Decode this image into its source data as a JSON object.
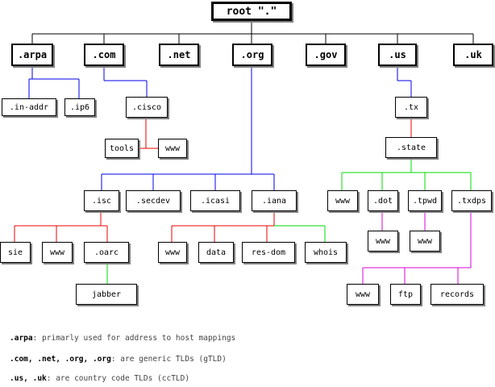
{
  "diagram": {
    "root": ".",
    "root_label": "root \".\"",
    "tlds": [
      ".arpa",
      ".com",
      ".net",
      ".org",
      ".gov",
      ".us",
      ".uk"
    ],
    "nodes": {
      "root": "root \".\"",
      "arpa": ".arpa",
      "com": ".com",
      "net": ".net",
      "org": ".org",
      "gov": ".gov",
      "us": ".us",
      "uk": ".uk",
      "in_addr": ".in-addr",
      "ip6": ".ip6",
      "cisco": ".cisco",
      "tools": "tools",
      "cisco_www": "www",
      "tx": ".tx",
      "state": ".state",
      "isc": ".isc",
      "secdev": ".secdev",
      "icasi": ".icasi",
      "iana": ".iana",
      "sie": "sie",
      "isc_www": "www",
      "oarc": ".oarc",
      "jabber": "jabber",
      "iana_www": "www",
      "data": "data",
      "res_dom": "res-dom",
      "whois": "whois",
      "state_www": "www",
      "dot": ".dot",
      "tpwd": ".tpwd",
      "txdps": ".txdps",
      "dot_www": "www",
      "tpwd_www": "www",
      "txdps_www": "www",
      "ftp": "ftp",
      "records": "records"
    },
    "edge_colors": {
      "black": "#000000",
      "blue": "#0000ee",
      "red": "#ee0000",
      "green": "#00dd00",
      "magenta": "#dd00dd"
    }
  },
  "legend": [
    {
      "key": ".arpa",
      "text": ": primarly used for address to host mappings"
    },
    {
      "key": ".com, .net, .org, .org",
      "text": ": are generic TLDs (gTLD)"
    },
    {
      "key": ".us, .uk",
      "text": ": are country code TLDs (ccTLD)"
    }
  ]
}
